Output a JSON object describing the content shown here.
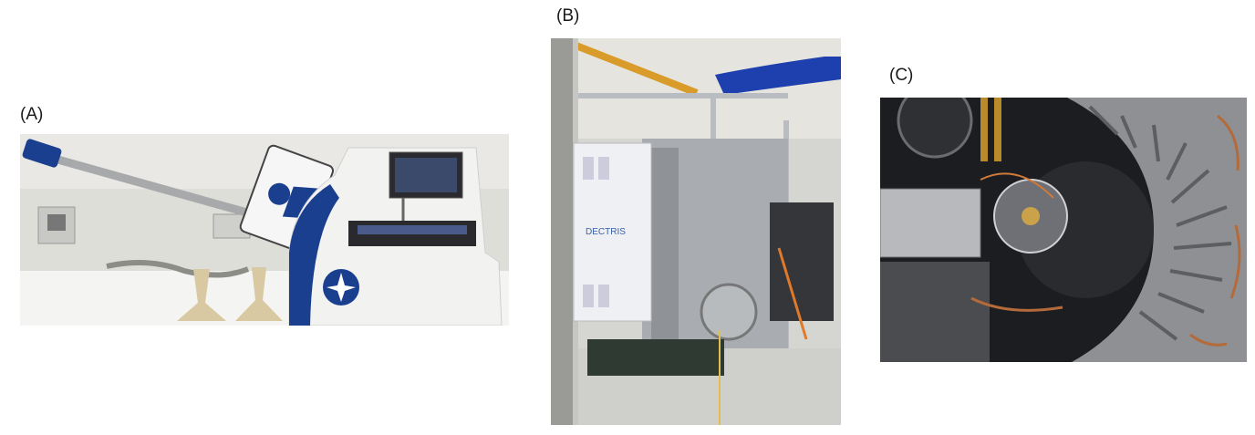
{
  "figure": {
    "panels": [
      {
        "label": "(A)",
        "description_icon": "sample-changer-photo",
        "logo_text": "",
        "colors": {
          "accent": "#1b3f8f",
          "body": "#f2f2f0",
          "funnel": "#d9c9a3"
        }
      },
      {
        "label": "(B)",
        "description_icon": "detector-instrument-photo",
        "logo_text": "DECTRIS",
        "colors": {
          "accent": "#3b5fa8",
          "frame": "#b9bcc0",
          "duct": "#1e3fae"
        }
      },
      {
        "label": "(C)",
        "description_icon": "diffractometer-interior-photo",
        "logo_text": "",
        "colors": {
          "metal": "#9a9c9f",
          "dark": "#1c1d20",
          "copper": "#b46a3a"
        }
      }
    ]
  }
}
